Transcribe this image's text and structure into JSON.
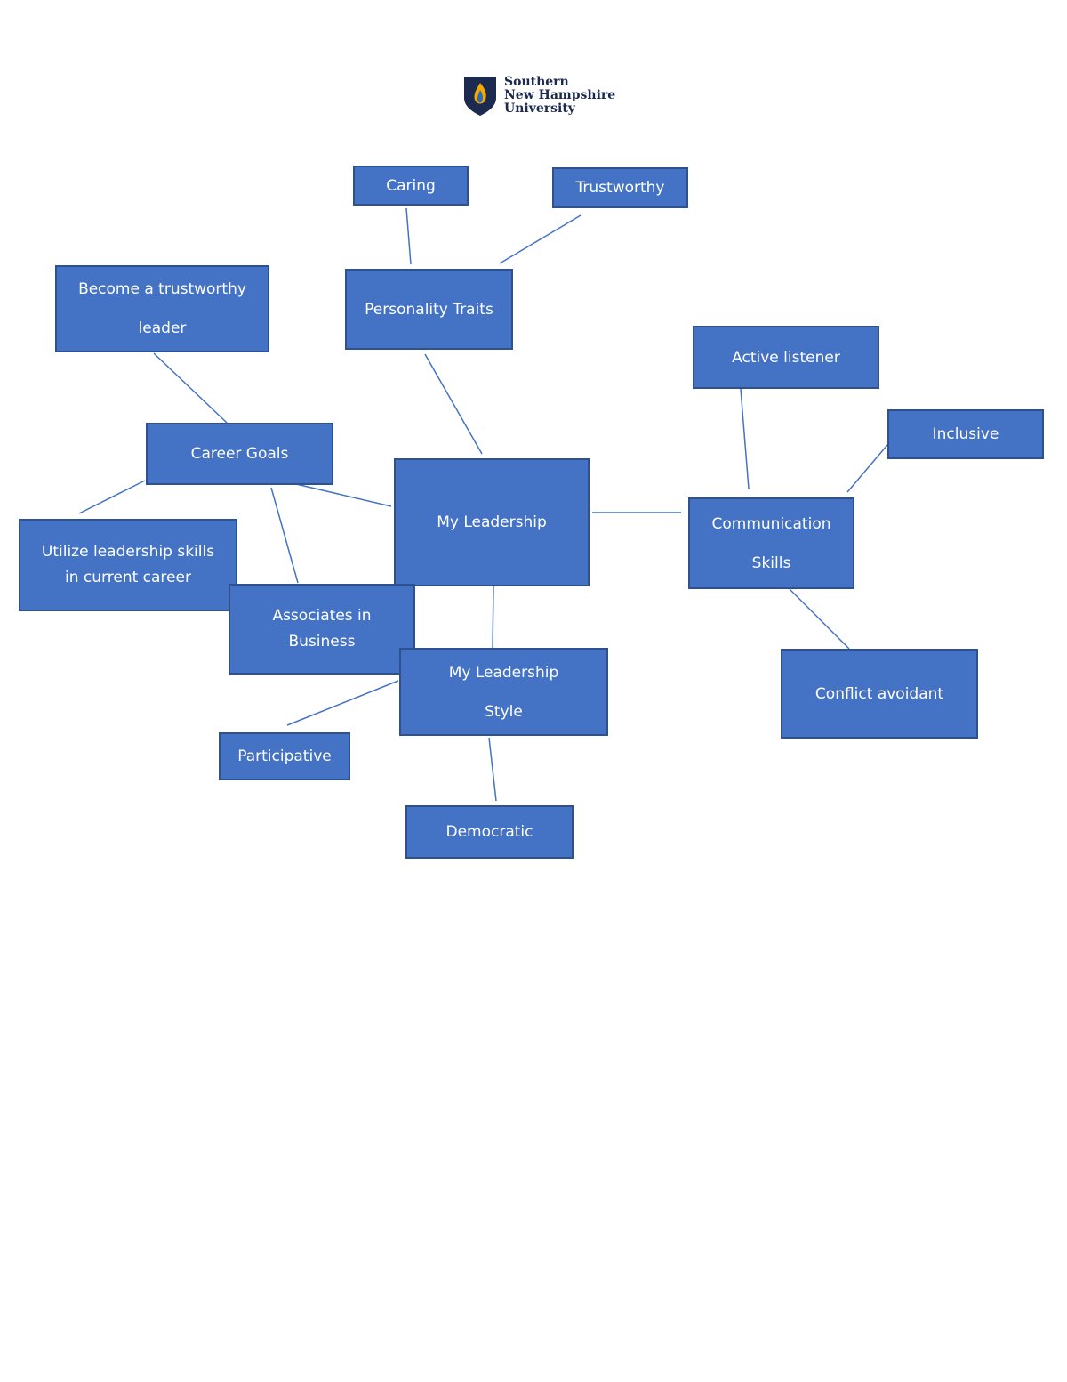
{
  "logo": {
    "line1": "Southern",
    "line2": "New Hampshire",
    "line3": "University",
    "navy": "#1b2a4e",
    "flame_outer": "#f2a900",
    "flame_inner": "#2e6cc0"
  },
  "colors": {
    "node_fill": "#4472c4",
    "node_border": "#2f528f",
    "node_text": "#ffffff",
    "connector": "#4472c4"
  },
  "nodes": {
    "caring": "Caring",
    "trustworthy": "Trustworthy",
    "personality_traits": "Personality Traits",
    "become_trustworthy_leader": "Become a trustworthy\nleader",
    "active_listener": "Active listener",
    "inclusive": "Inclusive",
    "career_goals": "Career Goals",
    "my_leadership": "My Leadership",
    "communication_skills": "Communication\nSkills",
    "utilize_skills": "Utilize leadership skills\nin current career",
    "associates_business": "Associates in\nBusiness",
    "my_leadership_style": "My Leadership\nStyle",
    "conflict_avoidant": "Conflict avoidant",
    "participative": "Participative",
    "democratic": "Democratic"
  }
}
